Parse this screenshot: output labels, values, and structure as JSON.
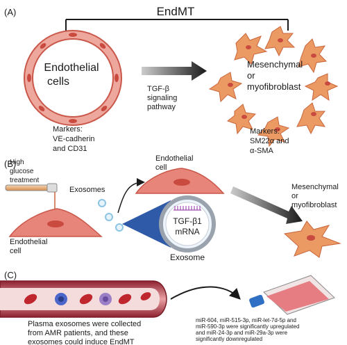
{
  "panel_a": {
    "label": "(A)",
    "endmt": "EndMT",
    "endo_line1": "Endothelial",
    "endo_line2": "cells",
    "tgf_line1": "TGF-β",
    "tgf_line2": "signaling",
    "tgf_line3": "pathway",
    "mes_line1": "Mesenchymal",
    "mes_line2": "or",
    "mes_line3": "myofibroblast",
    "markers_left_1": "Markers:",
    "markers_left_2": "VE-cadherin",
    "markers_left_3": "and CD31",
    "markers_right_1": "Markers:",
    "markers_right_2": "SM22α and",
    "markers_right_3": "α-SMA"
  },
  "panel_b": {
    "label": "(B)",
    "glucose_1": "High",
    "glucose_2": "glucose",
    "glucose_3": "treatment",
    "exosomes": "Exosomes",
    "endo_top_1": "Endothelial",
    "endo_top_2": "cell",
    "endo_bottom_1": "Endothelial",
    "endo_bottom_2": "cell",
    "tgf_1": "TGF-β1",
    "tgf_2": "mRNA",
    "exosome": "Exosome",
    "mes_1": "Mesenchymal",
    "mes_2": "or",
    "mes_3": "myofibroblast"
  },
  "panel_c": {
    "label": "(C)",
    "plasma_1": "Plasma exosomes were collected",
    "plasma_2": "from AMR patients, and these",
    "plasma_3": "exosomes could induce EndMT",
    "mir_1": "miR-604, miR-515-3p, miR-let-7d-5p and",
    "mir_2": "miR-590-3p were significantly upregulated",
    "mir_3": "and miR-24-3p and miR-29a-3p were",
    "mir_4": "significantly downregulated"
  },
  "colors": {
    "cell_fill": "#e8857a",
    "cell_stroke": "#c9574a",
    "nucleus": "#c94a3f",
    "mes_fill": "#eb9a64",
    "arrow": "#1a1a1a",
    "exosome_blue": "#2e5aa8",
    "vessel_red": "#b4343c",
    "flask_cap": "#2f6fc4"
  }
}
